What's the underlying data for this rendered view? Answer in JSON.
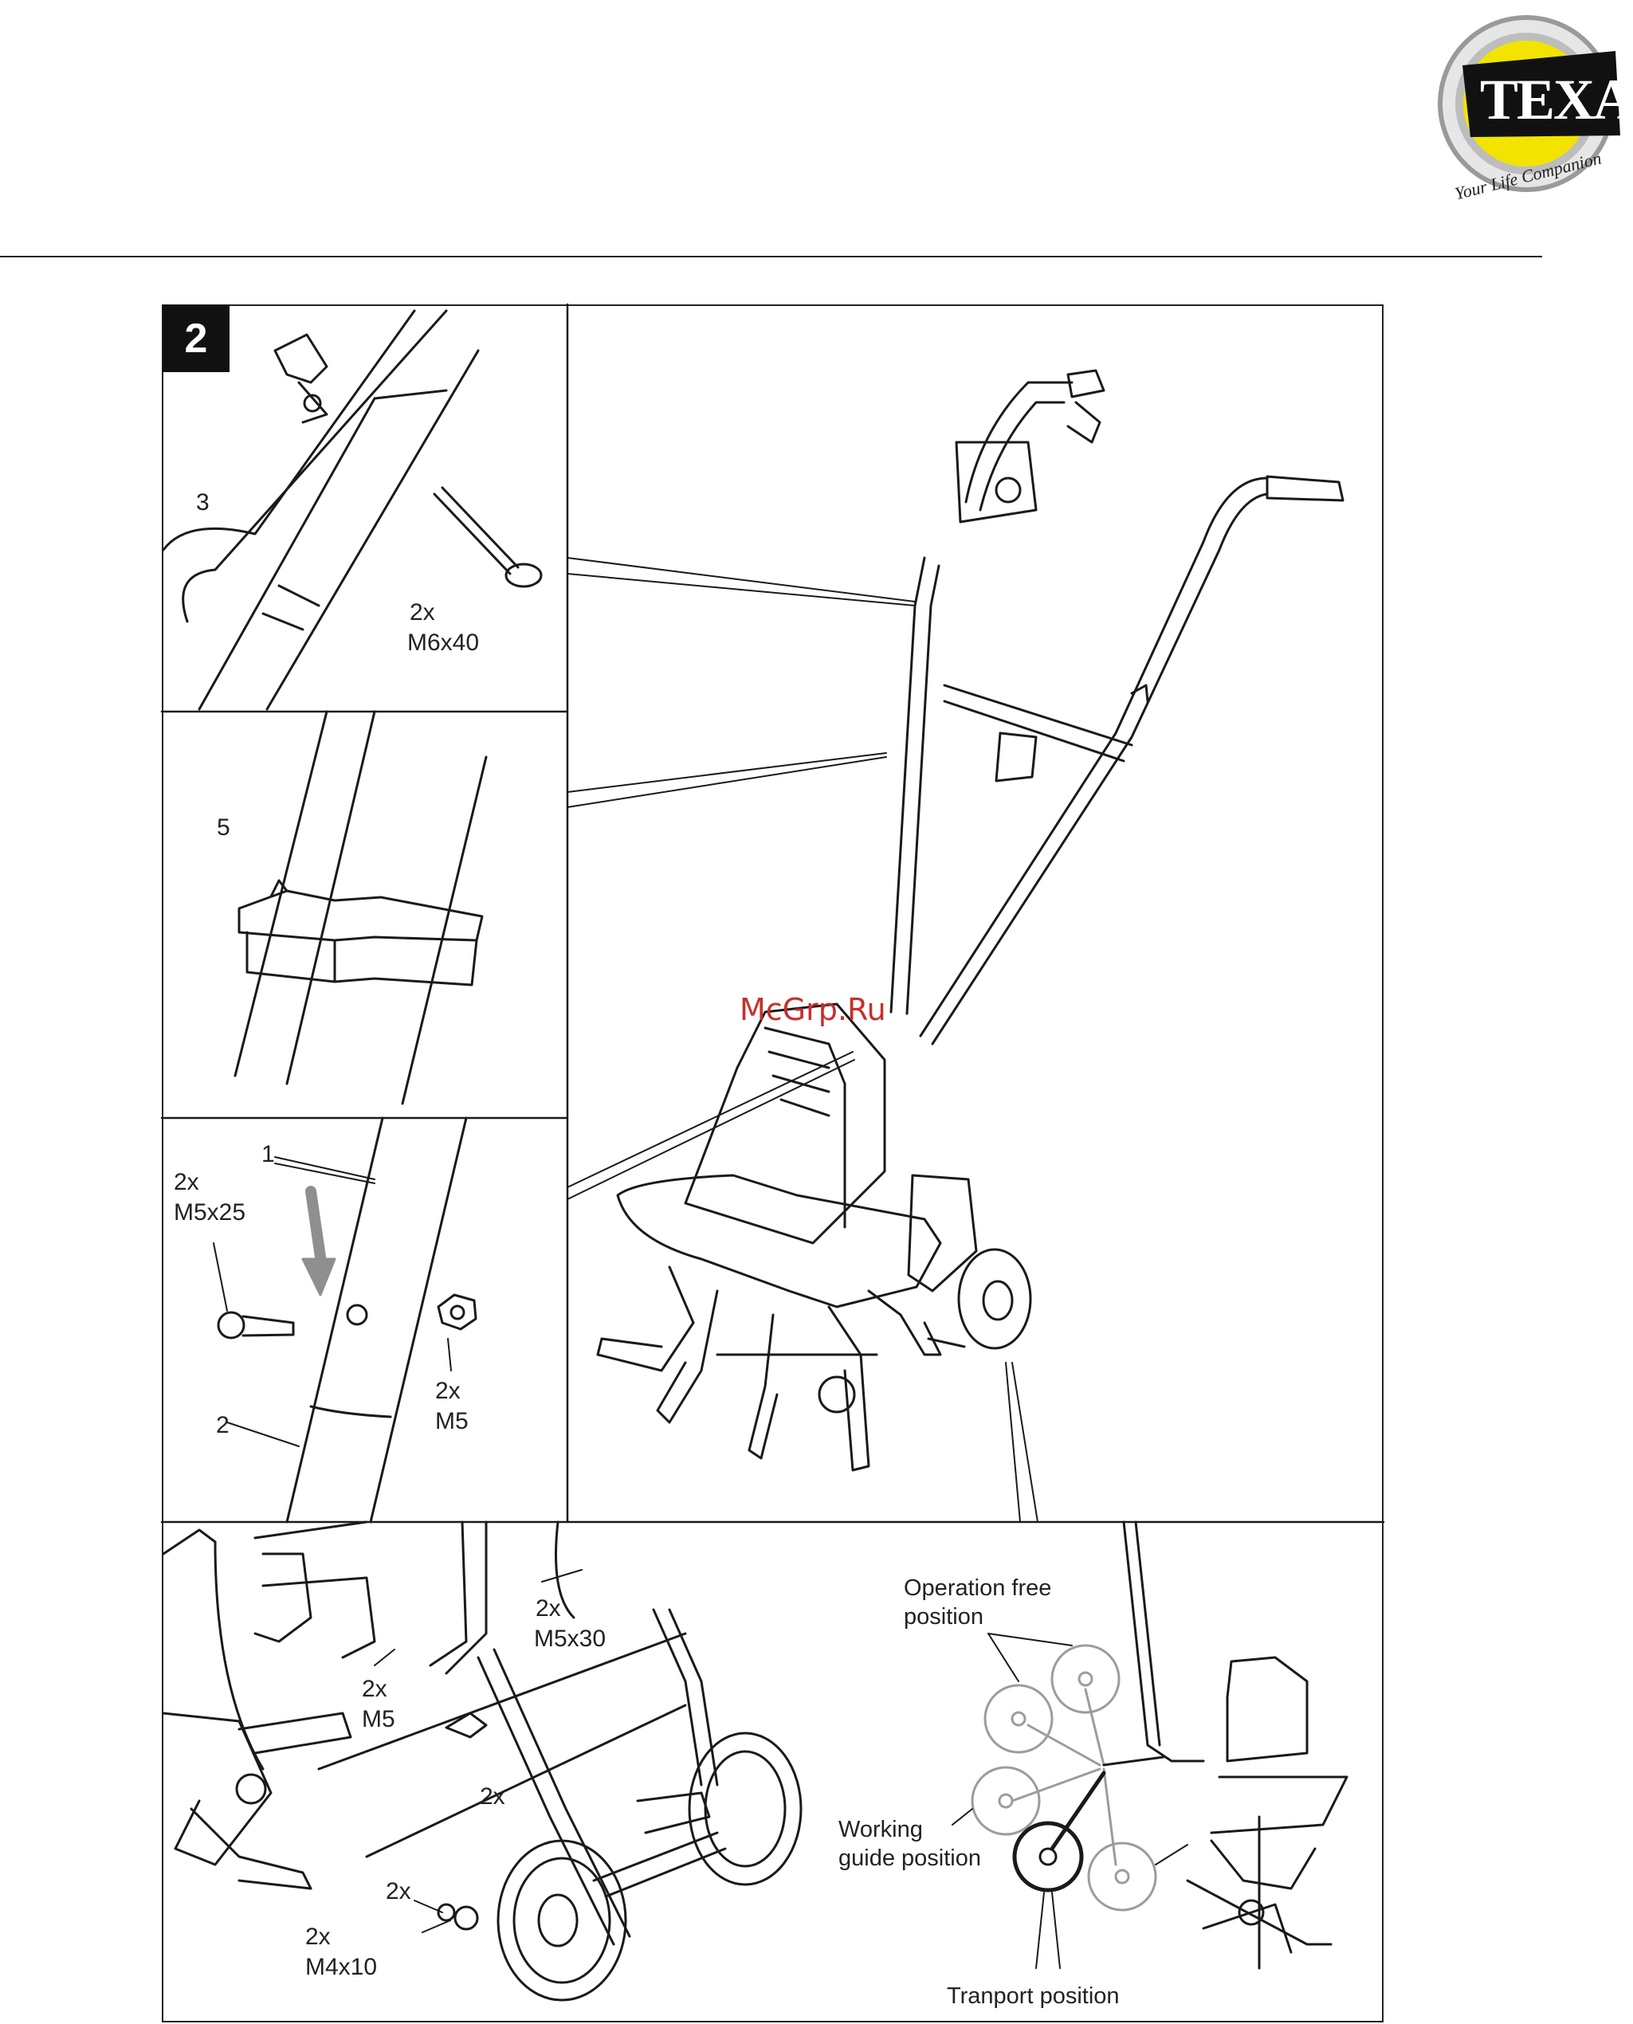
{
  "logo": {
    "brand": "TEXAS",
    "tagline": "Your Life Companion"
  },
  "watermark": "McGrp.Ru",
  "figure": {
    "number": "2",
    "detail_1": {
      "part_label": "3",
      "qty": "2x",
      "screw": "M6x40"
    },
    "detail_2": {
      "part_label": "5"
    },
    "detail_3": {
      "part_label_1": "1",
      "part_label_2": "2",
      "bolt_qty": "2x",
      "bolt": "M5x25",
      "nut_qty": "2x",
      "nut": "M5"
    },
    "detail_4": {
      "bolt_qty": "2x",
      "bolt": "M5x30",
      "nut_qty": "2x",
      "nut": "M5",
      "clip_qty": "2x",
      "washer_qty": "2x",
      "screw_qty": "2x",
      "screw": "M4x10"
    },
    "positions": {
      "operation_free": "Operation free\nposition",
      "working_guide": "Working\nguide position",
      "transport": "Tranport position"
    }
  },
  "colors": {
    "line": "#1a1a1a",
    "logo_yellow": "#f2e400",
    "logo_ring": "#c9c9c9",
    "watermark": "#c4302b"
  }
}
